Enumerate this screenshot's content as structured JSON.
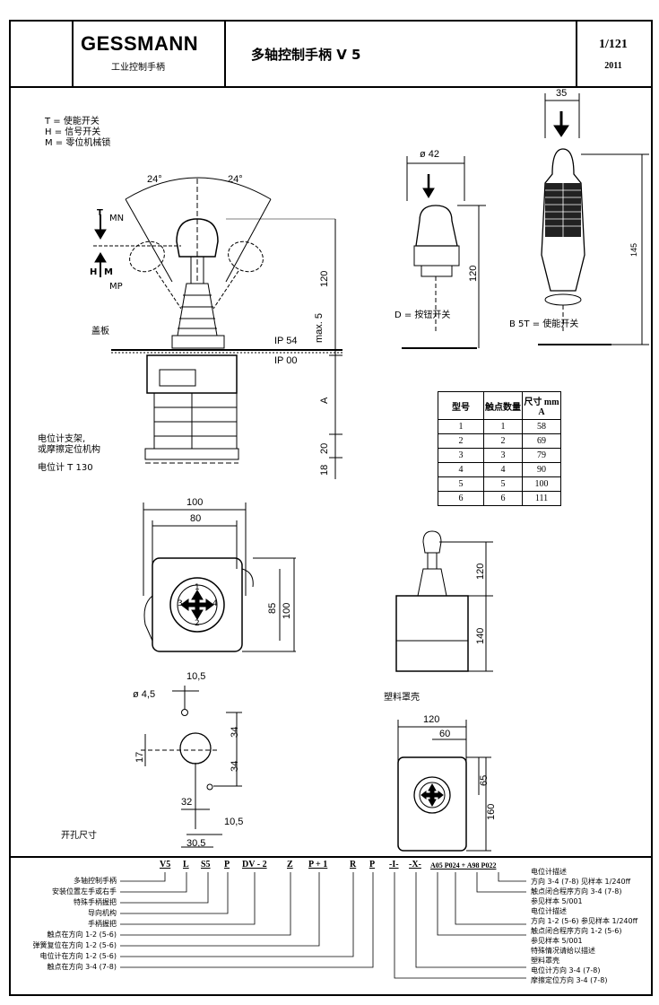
{
  "header": {
    "brand": "GESSMANN",
    "brand_sub": "工业控制手柄",
    "title": "多轴控制手柄 V 5",
    "page": "1/121",
    "year": "2011"
  },
  "legend": {
    "t": "T = 使能开关",
    "h": "H = 信号开关",
    "m": "M = 零位机械锁"
  },
  "side_view": {
    "angle_left": "24°",
    "angle_right": "24°",
    "mn": "MN",
    "mp": "MP",
    "t_mark": "T",
    "h_mark": "H",
    "m_mark": "M",
    "cover_plate": "盖板",
    "ip54": "IP 54",
    "ip00": "IP 00",
    "dim_120": "120",
    "dim_max5": "max. 5",
    "dim_a": "A",
    "dim_20": "20",
    "dim_18": "18",
    "pot_bracket": "电位计支架,",
    "friction": "或摩擦定位机构",
    "pot": "电位计 T 130"
  },
  "button_view": {
    "dia": "ø 42",
    "dim_120": "120",
    "caption": "D = 按钮开关"
  },
  "grip_view": {
    "dim_35": "35",
    "dim_145": "145",
    "caption": "B 5T = 使能开关"
  },
  "spec_table": {
    "headers": [
      "型号",
      "触点数量",
      "尺寸 mm A"
    ],
    "rows": [
      [
        "1",
        "1",
        "58"
      ],
      [
        "2",
        "2",
        "69"
      ],
      [
        "3",
        "3",
        "79"
      ],
      [
        "4",
        "4",
        "90"
      ],
      [
        "5",
        "5",
        "100"
      ],
      [
        "6",
        "6",
        "111"
      ]
    ]
  },
  "top_view": {
    "dim_100": "100",
    "dim_80": "80",
    "dim_85": "85",
    "dim_100v": "100",
    "n1": "1",
    "n2": "2",
    "n3": "3",
    "n4": "4"
  },
  "shroud_side": {
    "dim_120": "120",
    "dim_140": "140",
    "caption": "塑料罩壳"
  },
  "cutout": {
    "dim_105": "10,5",
    "dia_45": "ø 4,5",
    "dim_34a": "34",
    "dim_34b": "34",
    "dim_17": "17",
    "dim_32": "32",
    "dim_105b": "10,5",
    "dim_305": "30,5",
    "caption": "开孔尺寸"
  },
  "shroud_top": {
    "dim_120": "120",
    "dim_60": "60",
    "dim_65": "65",
    "dim_160": "160"
  },
  "order_code": {
    "codes": [
      "V5",
      "L",
      "S5",
      "P",
      "DV - 2",
      "Z",
      "P + 1",
      "R",
      "P",
      "-I-",
      "-X-",
      "A05 P024 + A98 P022"
    ],
    "left_labels": [
      "多轴控制手柄",
      "安装位置左手或右手",
      "特殊手柄握把",
      "导向机构",
      "手柄握把",
      "触点在方向 1-2 (5-6)",
      "弹簧复位在方向 1-2 (5-6)",
      "电位计在方向 1-2 (5-6)",
      "触点在方向 3-4 (7-8)"
    ],
    "right_labels": [
      "电位计描述",
      "方向 3-4 (7-8) 见样本 1/240ff",
      "触点闭合程序方向 3-4 (7-8)",
      "参见样本 5/001",
      "电位计描述",
      "方向 1-2 (5-6) 参见样本 1/240ff",
      "触点闭合程序方向 1-2 (5-6)",
      "参见样本 5/001",
      "特殊情况请给以描述",
      "塑料罩壳",
      "电位计方向 3-4 (7-8)",
      "摩擦定位方向 3-4 (7-8)"
    ]
  }
}
